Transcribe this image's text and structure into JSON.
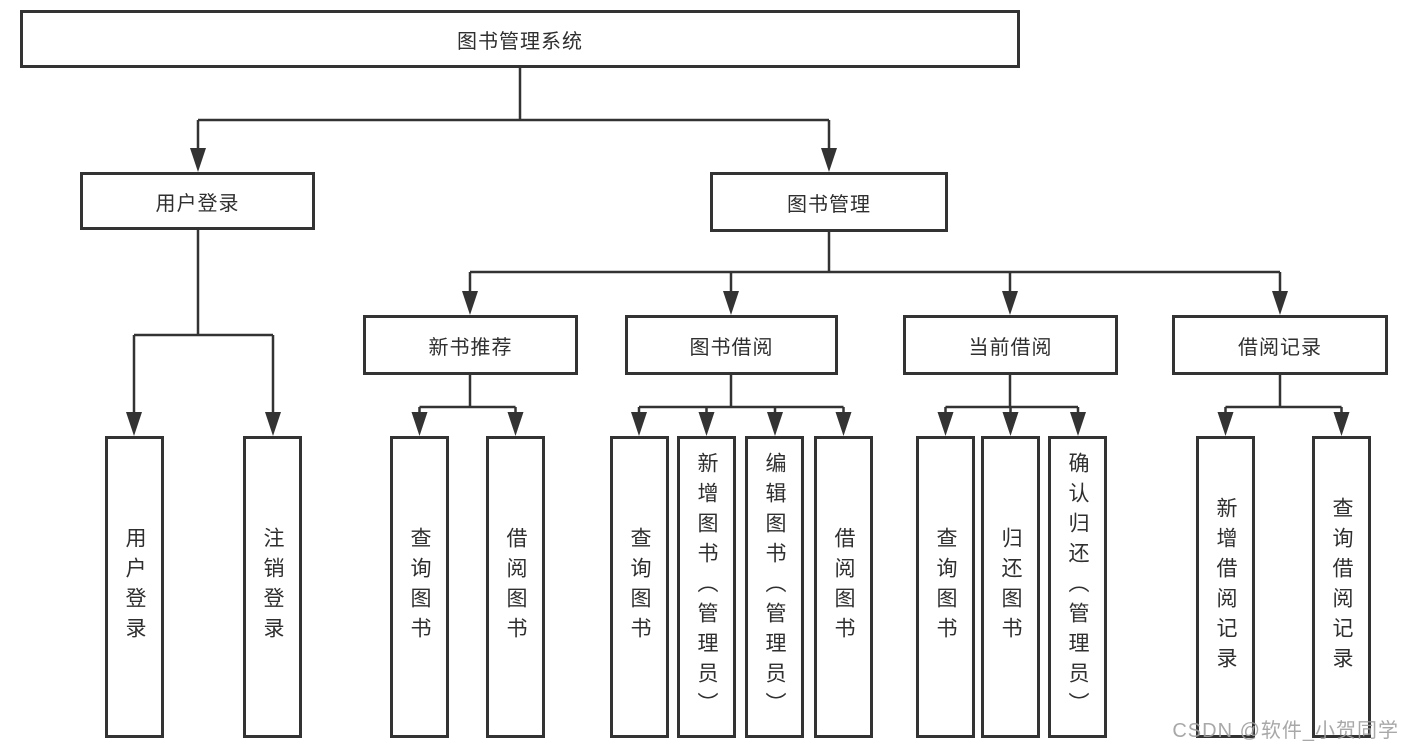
{
  "diagram": {
    "root": {
      "label": "图书管理系统"
    },
    "level2": [
      {
        "label": "用户登录"
      },
      {
        "label": "图书管理"
      }
    ],
    "level3": [
      {
        "label": "新书推荐"
      },
      {
        "label": "图书借阅"
      },
      {
        "label": "当前借阅"
      },
      {
        "label": "借阅记录"
      }
    ],
    "leaves": {
      "user_login": [
        {
          "label": "用户登录"
        },
        {
          "label": "注销登录"
        }
      ],
      "new_book_rec": [
        {
          "label": "查询图书"
        },
        {
          "label": "借阅图书"
        }
      ],
      "book_borrow": [
        {
          "label": "查询图书"
        },
        {
          "label": "新增图书（管理员）"
        },
        {
          "label": "编辑图书（管理员）"
        },
        {
          "label": "借阅图书"
        }
      ],
      "current_borrow": [
        {
          "label": "查询图书"
        },
        {
          "label": "归还图书"
        },
        {
          "label": "确认归还（管理员）"
        }
      ],
      "borrow_records": [
        {
          "label": "新增借阅记录"
        },
        {
          "label": "查询借阅记录"
        }
      ]
    }
  },
  "watermark": "CSDN @软件_小贺同学",
  "colors": {
    "line": "#333333",
    "background": "#ffffff",
    "watermark": "#9e9e9e"
  }
}
